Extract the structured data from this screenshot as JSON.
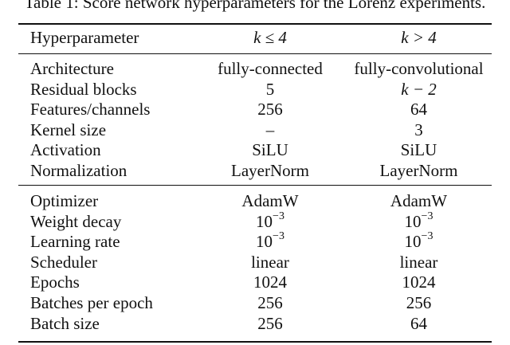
{
  "caption": "Table 1: Score network hyperparameters for the Lorenz experiments.",
  "header": {
    "col1": "Hyperparameter",
    "col2": "k ≤ 4",
    "col3": "k > 4"
  },
  "architecture_rows": [
    {
      "name": "Architecture",
      "a": "fully-connected",
      "b": "fully-convolutional"
    },
    {
      "name": "Residual blocks",
      "a": "5",
      "b": "k − 2"
    },
    {
      "name": "Features/channels",
      "a": "256",
      "b": "64"
    },
    {
      "name": "Kernel size",
      "a": "–",
      "b": "3"
    },
    {
      "name": "Activation",
      "a": "SiLU",
      "b": "SiLU"
    },
    {
      "name": "Normalization",
      "a": "LayerNorm",
      "b": "LayerNorm"
    }
  ],
  "training_rows": [
    {
      "name": "Optimizer",
      "a": "AdamW",
      "b": "AdamW"
    },
    {
      "name": "Weight decay",
      "a_base": "10",
      "a_exp": "−3",
      "b_base": "10",
      "b_exp": "−3"
    },
    {
      "name": "Learning rate",
      "a_base": "10",
      "a_exp": "−3",
      "b_base": "10",
      "b_exp": "−3"
    },
    {
      "name": "Scheduler",
      "a": "linear",
      "b": "linear"
    },
    {
      "name": "Epochs",
      "a": "1024",
      "b": "1024"
    },
    {
      "name": "Batches per epoch",
      "a": "256",
      "b": "256"
    },
    {
      "name": "Batch size",
      "a": "256",
      "b": "64"
    }
  ]
}
